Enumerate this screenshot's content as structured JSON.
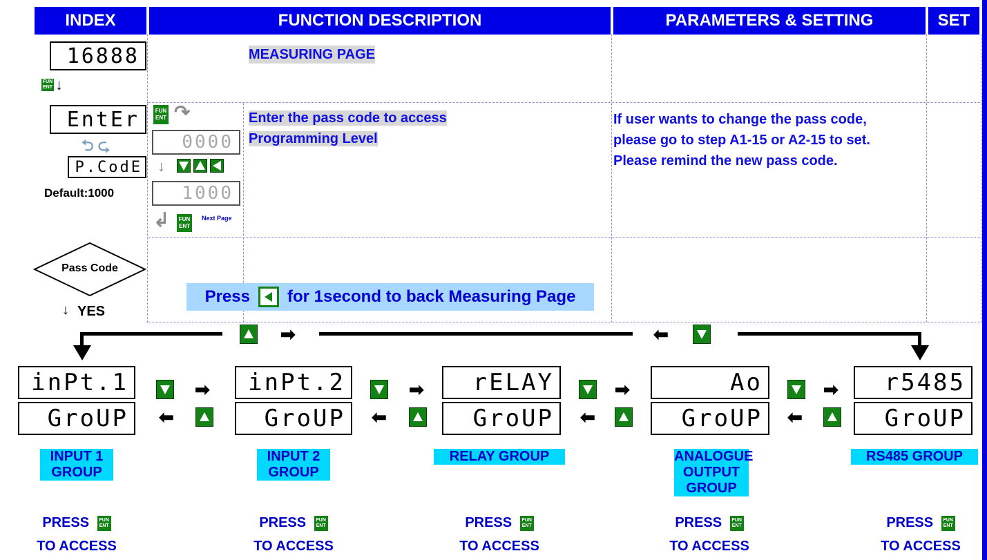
{
  "header": {
    "index": "INDEX",
    "function": "FUNCTION DESCRIPTION",
    "parameters": "PARAMETERS & SETTING",
    "set": "SET"
  },
  "rows": {
    "measuring": {
      "display": "16888",
      "description": "MEASURING PAGE"
    },
    "enter": {
      "display_top": "EntEr",
      "display_bottom": "P.CodE",
      "default_label": "Default:1000",
      "code_blank": "0000",
      "code_default": "1000",
      "next_page": "Next Page",
      "description_line1": "Enter the pass code to access",
      "description_line2": "Programming Level",
      "parameters": "If user wants to change the pass code, please go to step A1-15 or A2-15 to set. Please remind the new pass code."
    },
    "decision": {
      "diamond": "Pass Code",
      "yes": "YES"
    }
  },
  "banner": {
    "press": "Press",
    "rest": "for 1second to back Measuring Page"
  },
  "fun_ent": {
    "line1": "FUN",
    "line2": "ENT"
  },
  "groups": [
    {
      "top": "inPt.1",
      "bottom": "GroUP",
      "label": "INPUT 1 GROUP"
    },
    {
      "top": "inPt.2",
      "bottom": "GroUP",
      "label": "INPUT 2 GROUP"
    },
    {
      "top": "rELAY",
      "bottom": "GroUP",
      "label": "RELAY GROUP"
    },
    {
      "top": "Ao",
      "bottom": "GroUP",
      "label": "ANALOGUE OUTPUT GROUP"
    },
    {
      "top": "r5485",
      "bottom": "GroUP",
      "label": "RS485 GROUP"
    }
  ],
  "press_access": {
    "press": "PRESS",
    "access": "TO ACCESS"
  },
  "colors": {
    "header_blue": "#0000e6",
    "button_green": "#148214",
    "label_cyan": "#00d8ff",
    "banner_blue": "#a8d8ff"
  }
}
